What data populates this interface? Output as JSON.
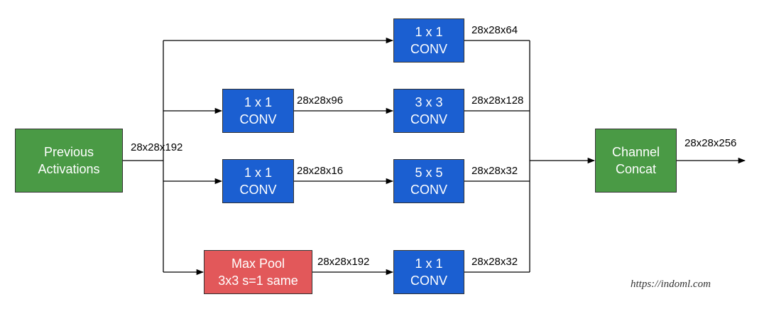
{
  "nodes": {
    "previous": "Previous\nActivations",
    "conv_1x1_top": "1 x 1\nCONV",
    "conv_1x1_a": "1 x 1\nCONV",
    "conv_3x3": "3 x 3\nCONV",
    "conv_1x1_b": "1 x 1\nCONV",
    "conv_5x5": "5 x 5\nCONV",
    "maxpool": "Max Pool\n3x3 s=1 same",
    "conv_1x1_bottom": "1 x 1\nCONV",
    "concat": "Channel\nConcat"
  },
  "labels": {
    "input": "28x28x192",
    "top_out": "28x28x64",
    "reduce_3x3": "28x28x96",
    "out_3x3": "28x28x128",
    "reduce_5x5": "28x28x16",
    "out_5x5": "28x28x32",
    "pool_out": "28x28x192",
    "pool_branch_out": "28x28x32",
    "output": "28x28x256"
  },
  "watermark": "https://indoml.com",
  "colors": {
    "input_output": "#4a9a45",
    "conv": "#1b5fd1",
    "pool": "#e2585a",
    "line": "#000000"
  }
}
